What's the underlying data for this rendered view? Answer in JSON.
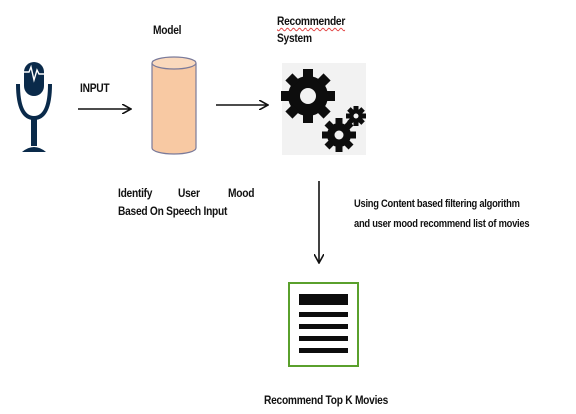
{
  "labels": {
    "model": "Model",
    "input": "INPUT",
    "recommender_line1": "Recommender",
    "recommender_line2": "System",
    "identify_line1_a": "Identify",
    "identify_line1_b": "User",
    "identify_line1_c": "Mood",
    "identify_line2": "Based On Speech Input",
    "using_line1": "Using Content based filtering algorithm",
    "using_line2": "and user mood recommend list of movies",
    "recommend": "Recommend Top K Movies"
  },
  "icons": {
    "microphone": "microphone-icon",
    "database": "database-cylinder-icon",
    "gears": "gears-icon",
    "document": "document-list-icon"
  },
  "colors": {
    "cylinder_fill": "#f8c9a3",
    "cylinder_stroke": "#7a7a9a",
    "mic": "#0a2a4a",
    "doc_border": "#5aa02c",
    "squiggle": "#e04040"
  }
}
